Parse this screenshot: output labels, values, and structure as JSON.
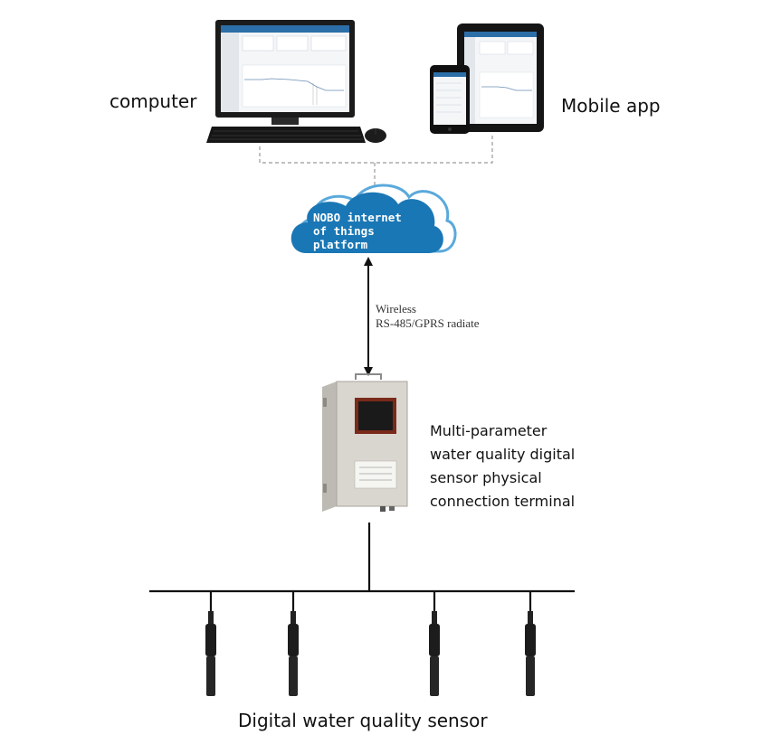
{
  "labels": {
    "computer": "computer",
    "mobile_app": "Mobile app",
    "cloud_line1": "NOBO internet",
    "cloud_line2": "of things",
    "cloud_line3": "platform",
    "link_line1": "Wireless",
    "link_line2": "RS-485/GPRS radiate",
    "terminal_line1": "Multi-parameter",
    "terminal_line2": "water quality digital",
    "terminal_line3": "sensor physical",
    "terminal_line4": "connection terminal",
    "sensors": "Digital water quality sensor"
  },
  "colors": {
    "cloud_fill": "#1a77b5",
    "cloud_outline": "#5aa9dc",
    "cabinet": "#d9d6cf",
    "sensor_body": "#1c1c1c",
    "line": "#111111",
    "dashed": "#9a9a9a"
  }
}
